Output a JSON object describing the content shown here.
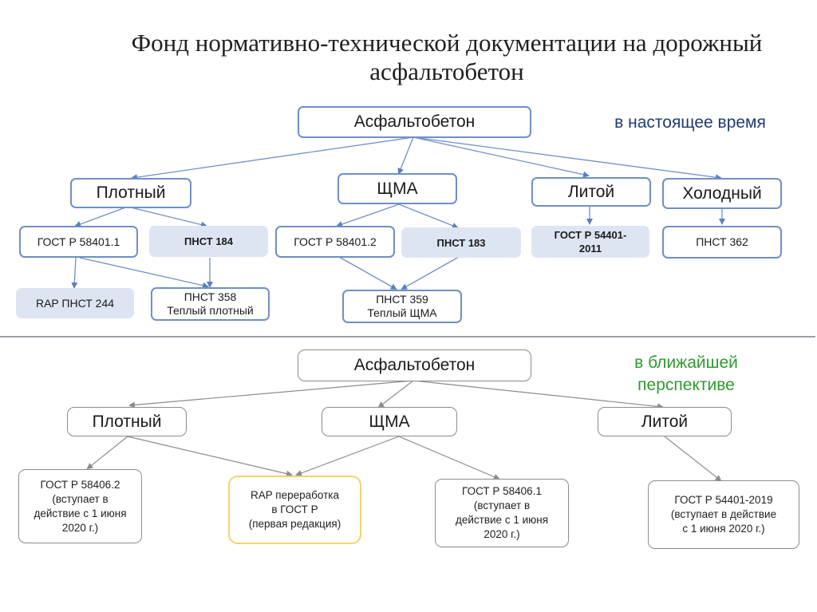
{
  "title": "Фонд нормативно-технической документации на дорожный асфальтобетон",
  "colors": {
    "current_accent": "#6f8fc7",
    "current_fill": "#dde5f3",
    "current_label": "#1f3a7a",
    "future_border": "#8c8c8c",
    "future_highlight": "#f3d36b",
    "future_label": "#2e9a2e"
  },
  "current": {
    "label": "в настоящее время",
    "root": "Асфальтобетон",
    "categories": {
      "dense": "Плотный",
      "sma": "ЩМА",
      "cast": "Литой",
      "cold": "Холодный"
    },
    "docs": {
      "gost_58401_1": "ГОСТ Р 58401.1",
      "pnst_184": "ПНСТ 184",
      "rap_pnst_244": "RAP ПНСТ 244",
      "pnst_358_line1": "ПНСТ 358",
      "pnst_358_line2": "Теплый плотный",
      "gost_58401_2": "ГОСТ Р 58401.2",
      "pnst_183": "ПНСТ 183",
      "pnst_359_line1": "ПНСТ 359",
      "pnst_359_line2": "Теплый ЩМА",
      "gost_54401_line1": "ГОСТ Р 54401-",
      "gost_54401_line2": "2011",
      "pnst_362": "ПНСТ 362"
    }
  },
  "future": {
    "label_line1": "в ближайшей",
    "label_line2": "перспективе",
    "root": "Асфальтобетон",
    "categories": {
      "dense": "Плотный",
      "sma": "ЩМА",
      "cast": "Литой"
    },
    "docs": {
      "gost_58406_2": [
        "ГОСТ Р 58406.2",
        "(вступает в",
        "действие с 1 июня",
        "2020 г.)"
      ],
      "rap_rework": [
        "RAP переработка",
        "в ГОСТ Р",
        "(первая редакция)"
      ],
      "gost_58406_1": [
        "ГОСТ Р 58406.1",
        "(вступает в",
        "действие с 1 июня",
        "2020 г.)"
      ],
      "gost_54401_2019": [
        "ГОСТ Р 54401-2019",
        "(вступает в действие",
        "с 1 июня 2020 г.)"
      ]
    }
  }
}
